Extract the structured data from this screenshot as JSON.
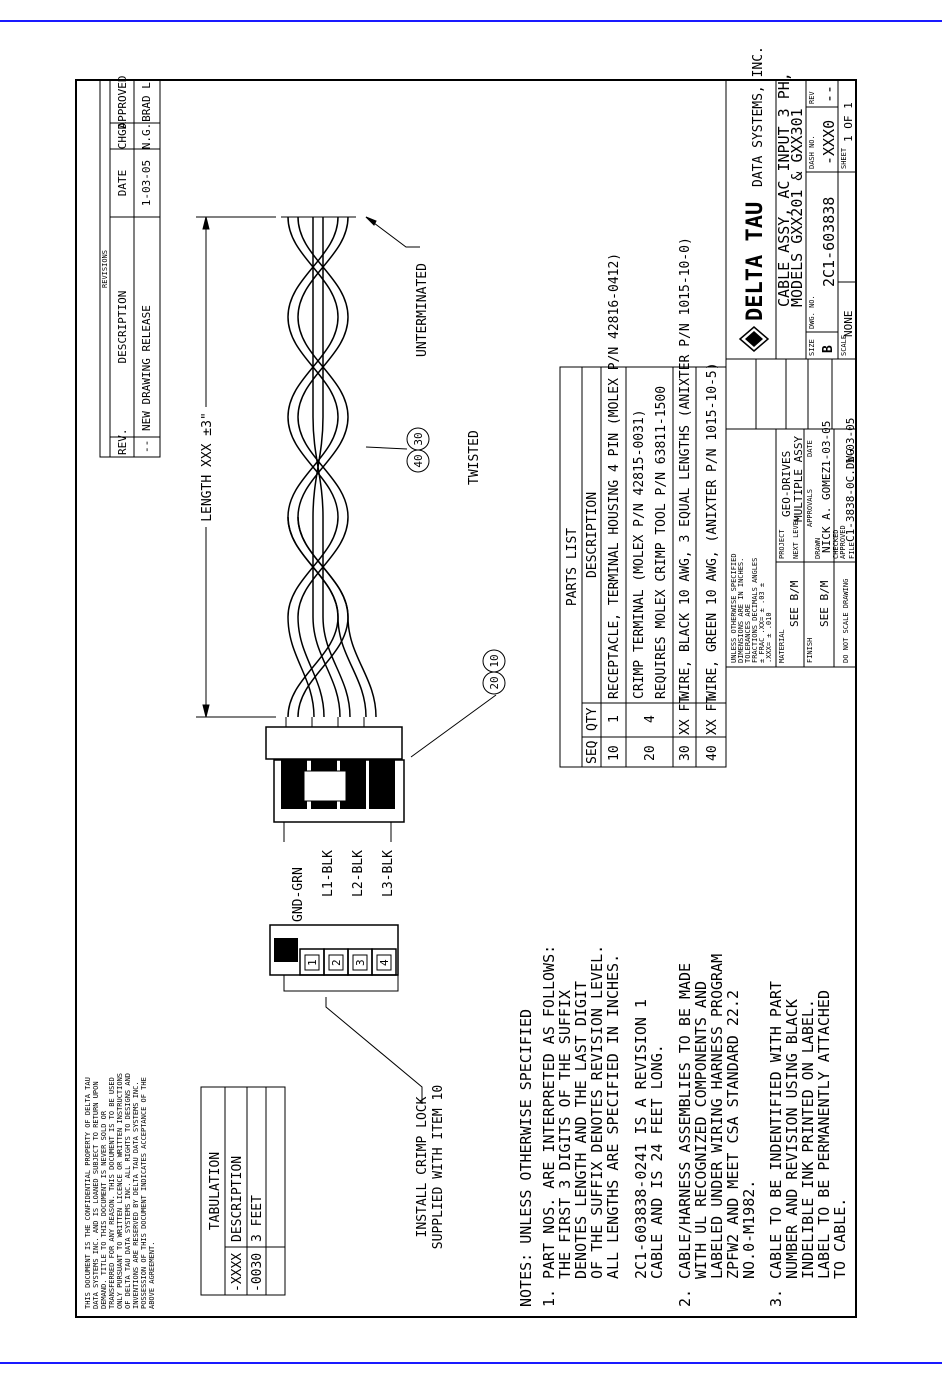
{
  "disclaimer": [
    "THIS DOCUMENT IS THE CONFIDENTIAL PROPERTY OF DELTA TAU",
    "DATA SYSTEMS INC. AND IS LOANED SUBJECT TO RETURN UPON",
    "DEMAND. TITLE TO THIS DOCUMENT IS NEVER SOLD OR",
    "TRANSFERRED FOR ANY REASON. THIS DOCUMENT IS TO BE USED",
    "ONLY PURSUANT TO WRITTEN LICENCE OR WRITTEN INSTRUCTIONS",
    "OF DELTA TAU DATA SYSTEMS INC. ALL RIGHTS TO DESIGNS AND",
    "INVENTIONS ARE RESERVED BY DELTA TAU DATA SYSTEMS INC.",
    "POSSESSION OF THIS DOCUMENT INDICATES ACCEPTANCE OF THE",
    "ABOVE AGREEMENT."
  ],
  "tabulation": {
    "title": "TABULATION",
    "headers": [
      "-XXXX",
      "DESCRIPTION"
    ],
    "rows": [
      [
        "-0030",
        "3 FEET"
      ]
    ]
  },
  "crimp_note": [
    "INSTALL CRIMP LOCK",
    "SUPPLIED WITH ITEM 10"
  ],
  "connector_pins": [
    "1",
    "2",
    "3",
    "4"
  ],
  "wire_labels": [
    "GND-GRN",
    "L1-BLK",
    "L2-BLK",
    "L3-BLK"
  ],
  "balloons": {
    "connector": [
      "10",
      "20"
    ],
    "wires": [
      "30",
      "40"
    ]
  },
  "length_label": "LENGTH XXX ±3\"",
  "twisted_label": "TWISTED",
  "unterminated_label": "UNTERMINATED",
  "revisions": {
    "title": "REVISIONS",
    "headers": [
      "REV.",
      "DESCRIPTION",
      "DATE",
      "CHGD",
      "APPROVED"
    ],
    "rows": [
      [
        "--",
        "NEW DRAWING RELEASE",
        "1-03-05",
        "N.G.",
        "BRAD L"
      ]
    ]
  },
  "parts_list": {
    "title": "PARTS LIST",
    "headers": [
      "SEQ",
      "QTY",
      "DESCRIPTION"
    ],
    "rows": [
      {
        "seq": "10",
        "qty": "1",
        "lines": [
          "RECEPTACLE, TERMINAL HOUSING 4 PIN (MOLEX P/N 42816-0412)"
        ]
      },
      {
        "seq": "20",
        "qty": "4",
        "lines": [
          "CRIMP TERMINAL (MOLEX P/N 42815-0031)",
          "REQUIRES MOLEX CRIMP TOOL P/N 63811-1500"
        ]
      },
      {
        "seq": "30",
        "qty": "XX FT",
        "lines": [
          "WIRE, BLACK 10 AWG, 3 EQUAL LENGTHS (ANIXTER P/N 1015-10-0)"
        ]
      },
      {
        "seq": "40",
        "qty": "XX FT",
        "lines": [
          "WIRE, GREEN 10 AWG, (ANIXTER P/N 1015-10-5)"
        ]
      }
    ]
  },
  "notes": {
    "title": "NOTES: UNLESS OTHERWISE SPECIFIED",
    "items": [
      {
        "num": "1.",
        "lines": [
          "PART NOS. ARE INTERPRETED AS FOLLOWS:",
          "THE FIRST 3 DIGITS OF THE SUFFIX",
          "DENOTES LENGTH AND THE LAST DIGIT",
          "OF THE SUFFIX DENOTES REVISION LEVEL.",
          "ALL LENGTHS ARE SPECIFIED IN INCHES.",
          "",
          "2C1-603838-0241 IS A REVISION 1",
          "CABLE AND IS 24 FEET LONG."
        ]
      },
      {
        "num": "2.",
        "lines": [
          "CABLE/HARNESS ASSEMBLIES TO BE MADE",
          "WITH UL RECOGNIZED COMPONENTS AND",
          "LABELED UNDER WIRING HARNESS PROGRAM",
          "ZPFW2 AND MEET CSA STANDARD 22.2",
          "NO.0-M1982."
        ]
      },
      {
        "num": "3.",
        "lines": [
          "CABLE TO BE INDENTIFIED WITH PART",
          "NUMBER AND REVISION USING BLACK",
          "INDELIBLE INK PRINTED ON LABEL.",
          "LABEL TO BE PERMANENTLY ATTACHED",
          "TO CABLE."
        ]
      }
    ]
  },
  "title_block": {
    "tolerance_lines": [
      "UNLESS OTHERWISE SPECIFIED",
      "DIMENSIONS ARE IN INCHES.",
      "TOLERANCES ARE",
      "FRACTIONS  DECIMALS  ANGLES",
      "± FRAC  .XX= ± .03   ±",
      "             .XXX= ± .010"
    ],
    "material_label": "MATERIAL",
    "material_value": "SEE B/M",
    "finish_label": "FINISH",
    "finish_value": "SEE B/M",
    "no_scale": "DO NOT SCALE DRAWING",
    "project_label": "PROJECT",
    "project_value": "GEO-DRIVES",
    "next_level_label": "NEXT LEVEL",
    "next_level_value": "MULTIPLE ASSY",
    "approvals_label": "APPROVALS",
    "date_label": "DATE",
    "drawn_label": "DRAWN",
    "drawn_value": "NICK A. GOMEZ",
    "drawn_date": "1-03-05",
    "checked_label": "CHECKED",
    "approved_label": "APPROVED",
    "file_label": "FILE",
    "file_value": "C1-3838-0C.DWG",
    "file_date": "1-03-05",
    "company_logo": "DELTA TAU",
    "company_rest": "DATA SYSTEMS, INC.",
    "title_lines": [
      "CABLE ASSY, AC INPUT 3 PH,",
      "MODELS GXX201 & GXX301"
    ],
    "size_label": "SIZE",
    "size_value": "B",
    "dwg_label": "DWG. NO.",
    "dwg_value": "2C1-603838",
    "dash_label": "DASH NO.",
    "dash_value": "-XXX0",
    "rev_label": "REV",
    "rev_value": "--",
    "scale_label": "SCALE",
    "scale_value": "NONE",
    "sheet_label": "SHEET",
    "sheet_value": "1 OF 1"
  }
}
